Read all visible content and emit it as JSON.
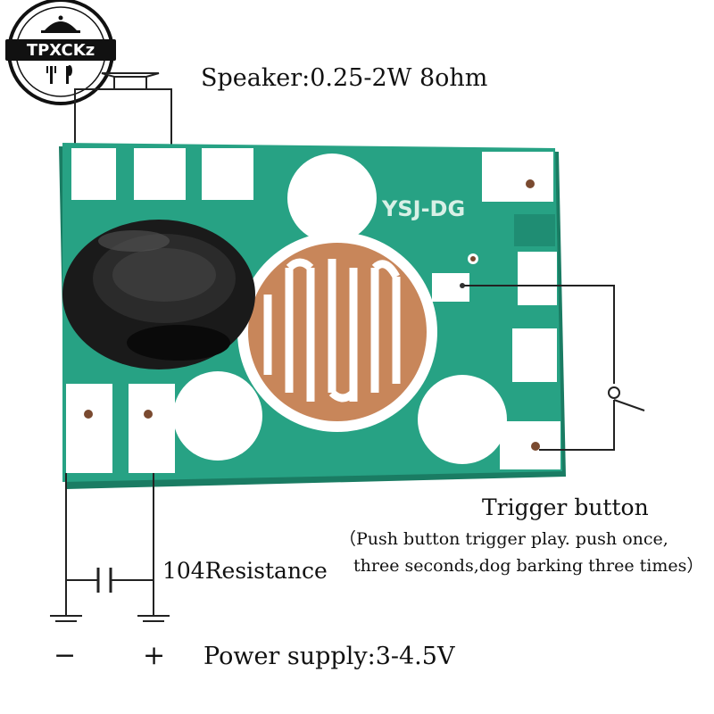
{
  "logo": {
    "text": "TPXCKZ",
    "display": "TPXCKz"
  },
  "board": {
    "silkscreen": "YSJ-DG"
  },
  "labels": {
    "speaker": "Speaker:0.25-2W 8ohm",
    "trigger_title": "Trigger button",
    "trigger_note_1": "（Push button trigger play. push once,",
    "trigger_note_2": "three seconds,dog barking three times）",
    "resistance": "104Resistance",
    "minus": "−",
    "plus": "+",
    "power": "Power supply:3-4.5V"
  },
  "colors": {
    "pcb": "#27a284",
    "pcb_dark": "#1d8a6e",
    "copper": "#c8865a",
    "pad": "#ffffff",
    "wire": "#222222"
  }
}
